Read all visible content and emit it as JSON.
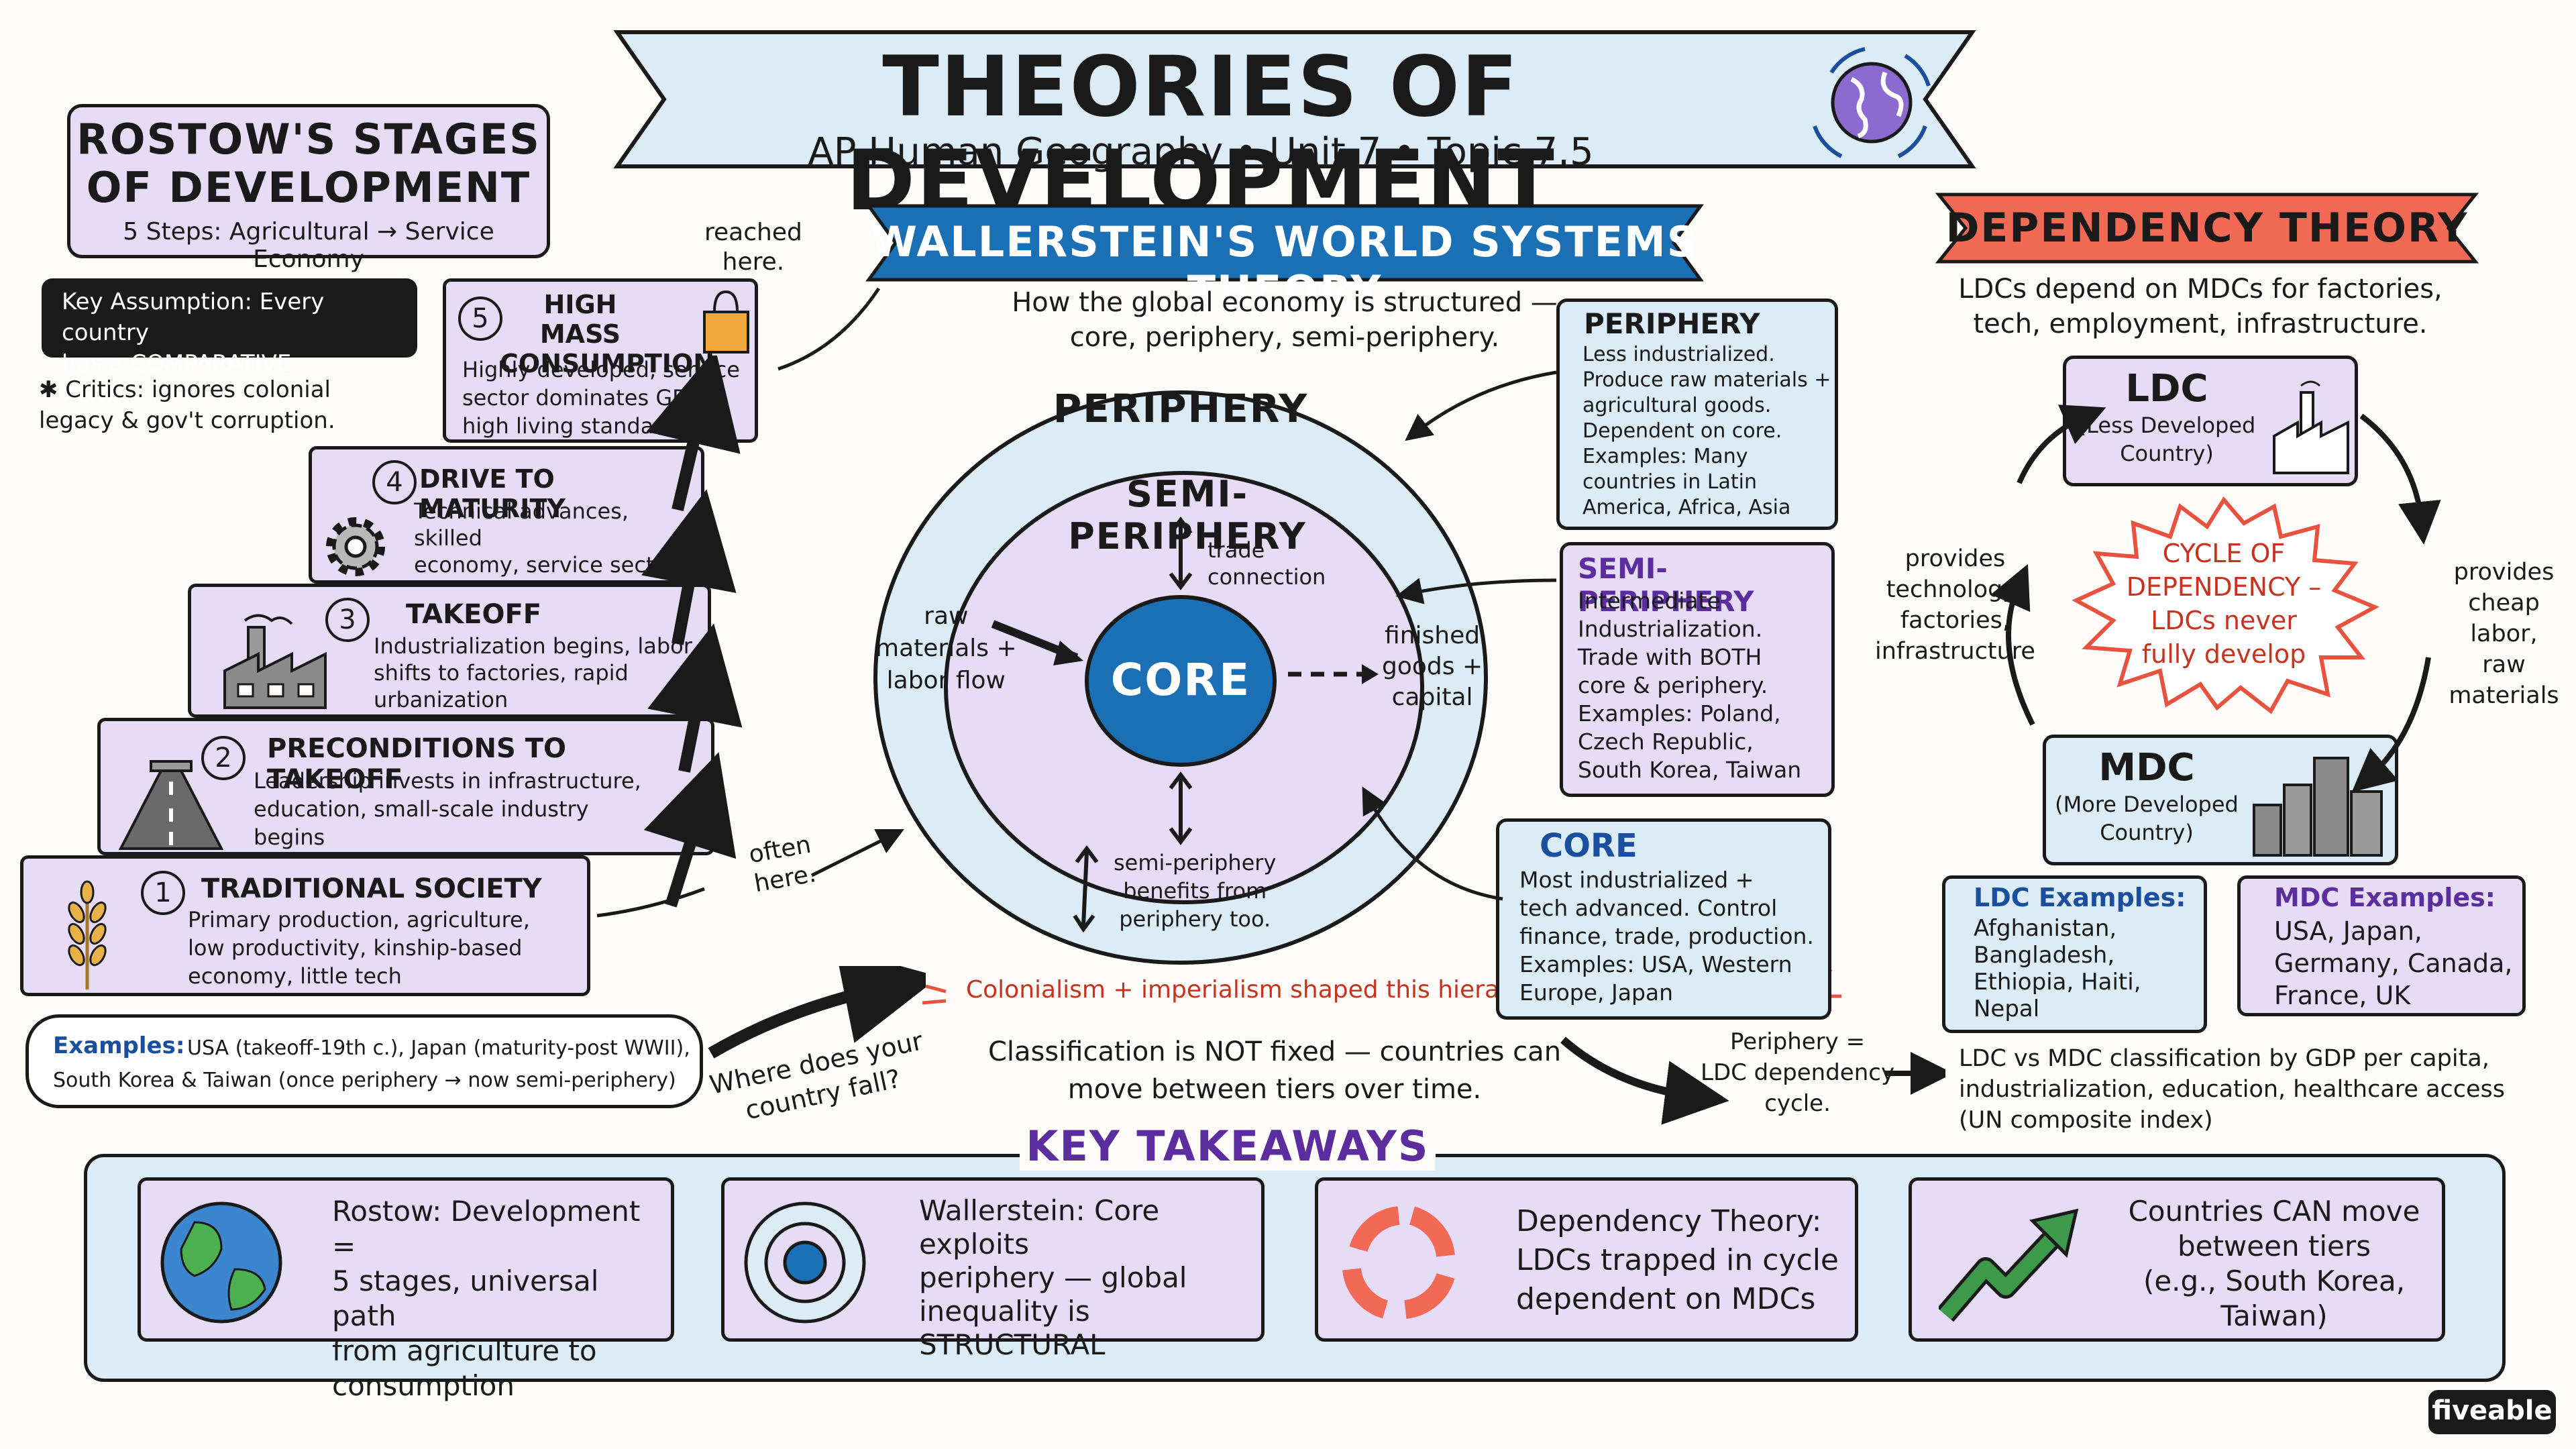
{
  "header": {
    "title": "THEORIES OF DEVELOPMENT",
    "subtitle": "AP Human Geography • Unit 7 • Topic 7.5"
  },
  "rostow": {
    "title": "ROSTOW'S STAGES\nOF DEVELOPMENT",
    "subtitle": "5 Steps: Agricultural → Service Economy",
    "assumption": "Key Assumption: Every country\nhas a COMPARATIVE ADVANTAGE",
    "critics": "✱ Critics: ignores colonial\nlegacy & gov't corruption.",
    "reached": "reached\nhere.",
    "often": "often\nhere.",
    "stages": [
      {
        "num": "5",
        "title": "HIGH MASS\nCONSUMPTION",
        "text": "Highly developed, service\nsector dominates GDP,\nhigh living standards"
      },
      {
        "num": "4",
        "title": "DRIVE TO MATURITY",
        "text": "Technical advances, skilled\neconomy, service sector rises,\ndiversified industry"
      },
      {
        "num": "3",
        "title": "TAKEOFF",
        "text": "Industrialization begins, labor\nshifts to factories, rapid\nurbanization"
      },
      {
        "num": "2",
        "title": "PRECONDITIONS TO TAKEOFF",
        "text": "Leadership invests in infrastructure,\neducation, small-scale industry\nbegins"
      },
      {
        "num": "1",
        "title": "TRADITIONAL SOCIETY",
        "text": "Primary production, agriculture,\nlow productivity, kinship-based\neconomy, little tech"
      }
    ],
    "examples_label": "Examples:",
    "examples_text": "USA (takeoff-19th c.), Japan (maturity-post WWII),\nSouth Korea & Taiwan (once periphery → now semi-periphery)",
    "question": "Where does your\ncountry fall?"
  },
  "wallerstein": {
    "title": "WALLERSTEIN'S WORLD SYSTEMS THEORY",
    "intro": "How the global economy is structured —\ncore, periphery, semi-periphery.",
    "periphery_label": "PERIPHERY",
    "semi_label": "SEMI-PERIPHERY",
    "core_label": "CORE",
    "trade": "trade\nconnection",
    "raw": "raw\nmaterials +\nlabor flow",
    "finished": "finished\ngoods +\ncapital",
    "semi_benefit": "semi-periphery\nbenefits from\nperiphery too.",
    "colonialism": "Colonialism + imperialism shaped this hierarchy",
    "not_fixed": "Classification is NOT fixed — countries can\nmove between tiers over time.",
    "periphery_box": {
      "title": "PERIPHERY",
      "text": "Less industrialized.\nProduce raw materials +\nagricultural goods.\nDependent on core.\nExamples: Many\ncountries in Latin\nAmerica, Africa, Asia"
    },
    "semi_box": {
      "title": "SEMI-PERIPHERY",
      "text": "Intermediate\nIndustrialization.\nTrade with BOTH\ncore & periphery.\nExamples: Poland,\nCzech Republic,\nSouth Korea, Taiwan"
    },
    "core_box": {
      "title": "CORE",
      "text": "Most industrialized +\ntech advanced. Control\nfinance, trade, production.\nExamples: USA, Western\nEurope, Japan"
    },
    "periphery_cycle": "Periphery =\nLDC dependency\ncycle."
  },
  "dependency": {
    "title": "DEPENDENCY THEORY",
    "intro": "LDCs depend on MDCs for factories,\ntech, employment, infrastructure.",
    "ldc_title": "LDC",
    "ldc_sub": "(Less Developed\nCountry)",
    "mdc_title": "MDC",
    "mdc_sub": "(More Developed\nCountry)",
    "left_label": "provides\ntechnology,\nfactories,\ninfrastructure",
    "right_label": "provides\ncheap labor,\nraw\nmaterials",
    "cycle": "CYCLE OF\nDEPENDENCY –\nLDCs never\nfully develop",
    "ldc_ex_title": "LDC Examples:",
    "ldc_ex": "Afghanistan,\nBangladesh,\nEthiopia, Haiti,\nNepal",
    "mdc_ex_title": "MDC Examples:",
    "mdc_ex": "USA, Japan,\nGermany, Canada,\nFrance, UK",
    "classification": "LDC vs MDC classification by GDP per capita,\nindustrialization, education, healthcare access\n(UN composite index)"
  },
  "takeaways": {
    "title": "KEY TAKEAWAYS",
    "items": [
      {
        "icon": "globe-icon",
        "text": "Rostow: Development =\n5 stages, universal path\nfrom agriculture to\nconsumption"
      },
      {
        "icon": "target-icon",
        "text": "Wallerstein: Core exploits\nperiphery — global\ninequality is\nSTRUCTURAL"
      },
      {
        "icon": "cycle-arrows-icon",
        "text": "Dependency Theory:\nLDCs trapped in cycle\ndependent on MDCs"
      },
      {
        "icon": "trend-up-icon",
        "text": "Countries CAN move\nbetween tiers\n(e.g., South Korea,\nTaiwan)"
      }
    ]
  },
  "brand": "fiveable",
  "colors": {
    "lavender": "#e6dcf5",
    "light_blue": "#dcecf7",
    "core_blue": "#1a6fb5",
    "purple": "#5b2d9e",
    "red": "#e8533f",
    "green": "#3d9a4a"
  }
}
